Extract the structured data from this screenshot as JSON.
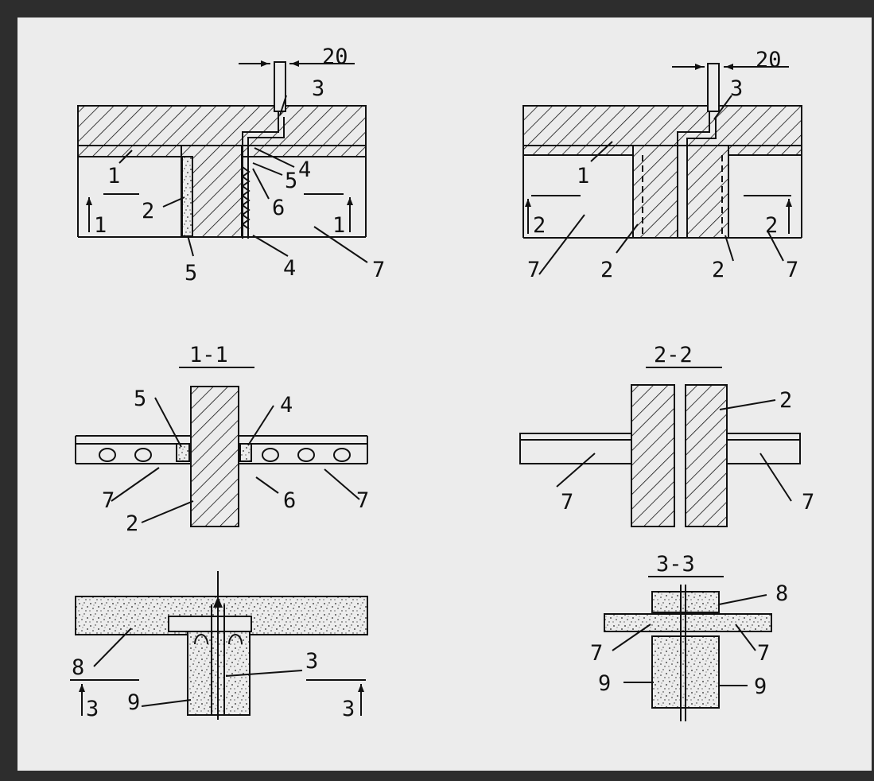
{
  "labels": {
    "dim_a": "20",
    "dim_b": "20",
    "title_1_1": "1-1",
    "title_2_2": "2-2",
    "title_3_3": "3-3",
    "n1": "1",
    "n2": "2",
    "n3": "3",
    "n4": "4",
    "n5": "5",
    "n6": "6",
    "n7": "7",
    "n8": "8",
    "n9": "9"
  }
}
